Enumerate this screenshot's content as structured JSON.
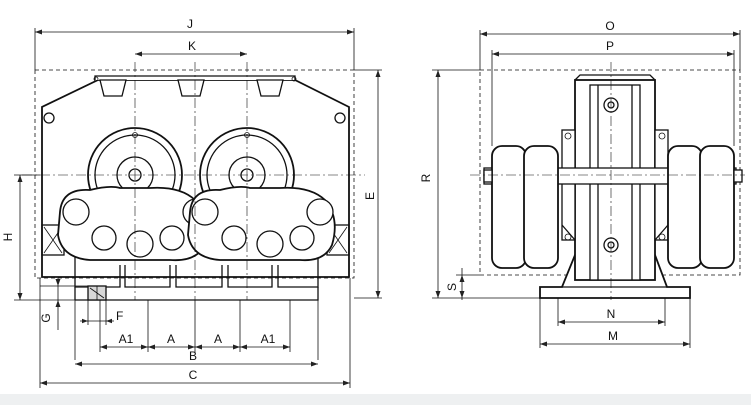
{
  "diagram": {
    "front_view_labels": {
      "overall_width": "J",
      "wheel_centers": "K",
      "height_top": "E",
      "height_left": "H",
      "base_offset": "G",
      "bolt_offset": "F",
      "pitch_outer_left": "A1",
      "pitch_inner_left": "A",
      "pitch_inner_right": "A",
      "pitch_outer_right": "A1",
      "base_length": "B",
      "total_length": "C"
    },
    "side_view_labels": {
      "overall_width": "O",
      "inner_width": "P",
      "total_height": "R",
      "base_height": "S",
      "bolt_spacing": "N",
      "base_width": "M"
    }
  }
}
